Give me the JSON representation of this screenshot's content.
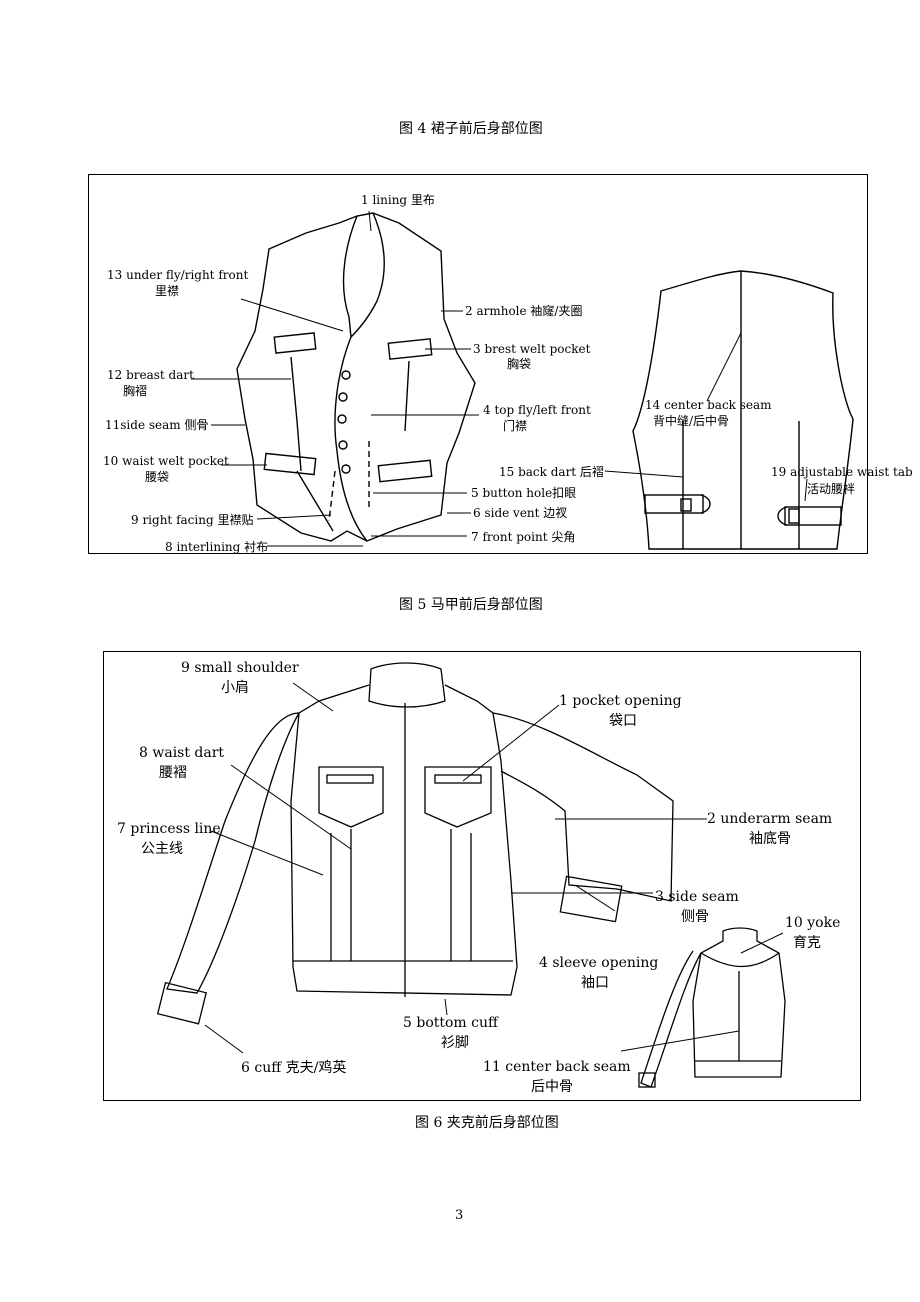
{
  "captions": {
    "fig4": "图 4  裙子前后身部位图",
    "fig5": "图 5 马甲前后身部位图",
    "fig6": "图 6  夹克前后身部位图"
  },
  "vest": {
    "labels": {
      "l1": "1 lining 里布",
      "l2": "2 armhole 袖窿/夹圈",
      "l3a": "3 brest welt pocket",
      "l3b": "胸袋",
      "l4a": "4 top fly/left front",
      "l4b": "门襟",
      "l5": "5 button hole扣眼",
      "l6": "6 side vent 边衩",
      "l7": "7 front point 尖角",
      "l8": "8 interlining 衬布",
      "l9": "9 right facing 里襟贴",
      "l10a": "10 waist welt pocket",
      "l10b": "腰袋",
      "l11": "11side seam 侧骨",
      "l12a": "12 breast dart",
      "l12b": "胸褶",
      "l13a": "13 under fly/right front",
      "l13b": "里襟",
      "l14a": "14 center back seam",
      "l14b": "背中缝/后中骨",
      "l15": "15 back dart 后褶",
      "l19a": "19 adjustable waist tab",
      "l19b": "活动腰袢"
    }
  },
  "jacket": {
    "labels": {
      "j1a": "1 pocket opening",
      "j1b": "袋口",
      "j2a": "2 underarm seam",
      "j2b": "袖底骨",
      "j3a": "3 side seam",
      "j3b": "侧骨",
      "j4a": "4 sleeve opening",
      "j4b": "袖口",
      "j5a": "5 bottom cuff",
      "j5b": "衫脚",
      "j6": "6 cuff 克夫/鸡英",
      "j7a": "7 princess line",
      "j7b": "公主线",
      "j8a": "8 waist dart",
      "j8b": "腰褶",
      "j9a": "9 small shoulder",
      "j9b": "小肩",
      "j10a": "10 yoke",
      "j10b": "育克",
      "j11a": "11 center back seam",
      "j11b": "后中骨"
    }
  },
  "page_number": "3"
}
